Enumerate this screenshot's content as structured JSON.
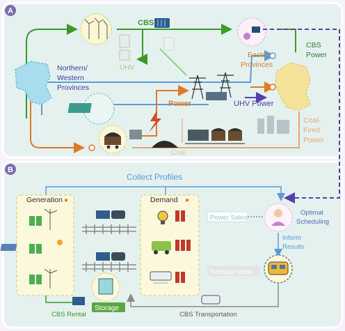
{
  "panel_a": {
    "marker": "A",
    "region_label": [
      "Northern/",
      "Western",
      "Provinces"
    ],
    "cbs_label": "CBS",
    "uhv_small_label": "UHV",
    "eastern_label": [
      "Eastern",
      "Provinces"
    ],
    "cbs_power_label": [
      "CBS",
      "Power"
    ],
    "power_label": "Power",
    "uhv_power_label": "UHV Power",
    "coal_fired_label": [
      "Coal-",
      "Fired",
      "Power"
    ],
    "coal_label": "Coal"
  },
  "panel_b": {
    "marker": "B",
    "collect_profiles": "Collect Profiles",
    "generation_label": "Generation",
    "demand_label": "Demand",
    "power_sales_label": "Power Sales",
    "optimal_scheduling_label": [
      "Optimal",
      "Scheduling"
    ],
    "inform_results_label": [
      "Inform",
      "Results"
    ],
    "transportation_label": "Transpor-tation",
    "storage_label": "Storage",
    "cbs_rental_label": "CBS Rental",
    "cbs_transportation_label": "CBS Transportation"
  },
  "colors": {
    "green": "#3a9a2a",
    "orange": "#e07a22",
    "blue": "#5a9bd6",
    "purple": "#5540a8",
    "frame": "#ffffff",
    "panel_bg": "#e4f1ef"
  }
}
